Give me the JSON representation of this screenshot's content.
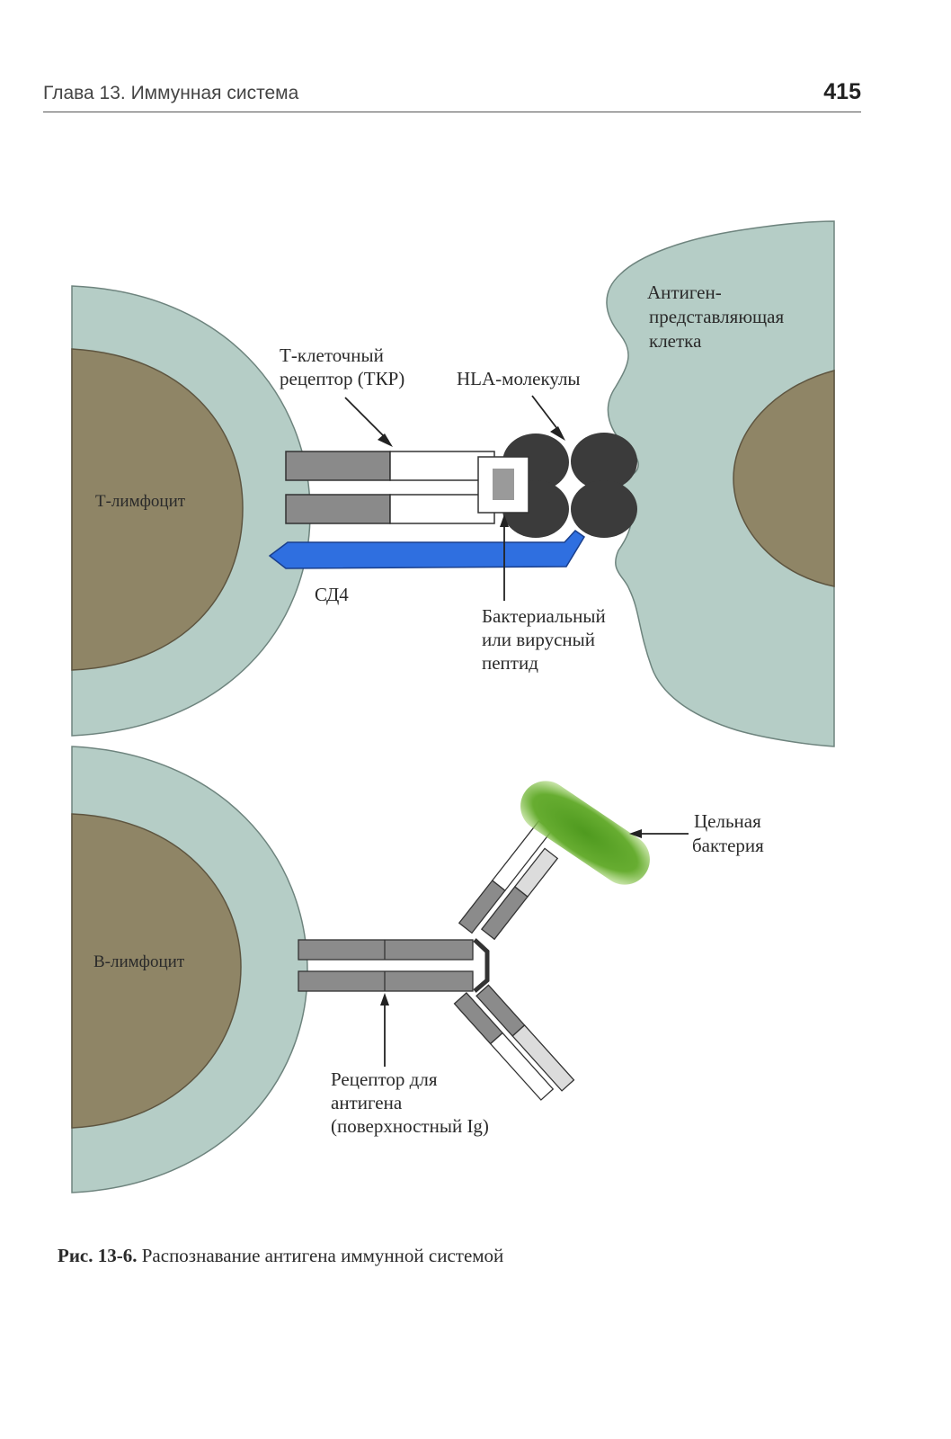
{
  "header": {
    "chapter_title": "Глава 13. Иммунная система",
    "page_number": "415"
  },
  "figure": {
    "top_panel": {
      "t_lymphocyte": "Т-лимфоцит",
      "apc": [
        "Антиген-",
        "представляющая",
        "клетка"
      ],
      "tcr": [
        "Т-клеточный",
        "рецептор (ТКР)"
      ],
      "hla": "HLA-молекулы",
      "cd4": "СД4",
      "peptide": [
        "Бактериальный",
        "или вирусный",
        "пептид"
      ]
    },
    "bottom_panel": {
      "b_lymphocyte": "В-лимфоцит",
      "bacterium": [
        "Цельная",
        "бактерия"
      ],
      "receptor": [
        "Рецептор для",
        "антигена",
        "(поверхностный Ig)"
      ]
    },
    "colors": {
      "cell_outer": "#b5cdc6",
      "cell_nucleus": "#8f8566",
      "hla_molecule": "#3b3b3b",
      "cd4": "#2f6fe0",
      "bacterium": "#5a9e2c",
      "receptor_dark": "#8b8b8b"
    }
  },
  "caption": {
    "number": "Рис. 13-6.",
    "text": "Распознавание антигена иммунной системой"
  }
}
